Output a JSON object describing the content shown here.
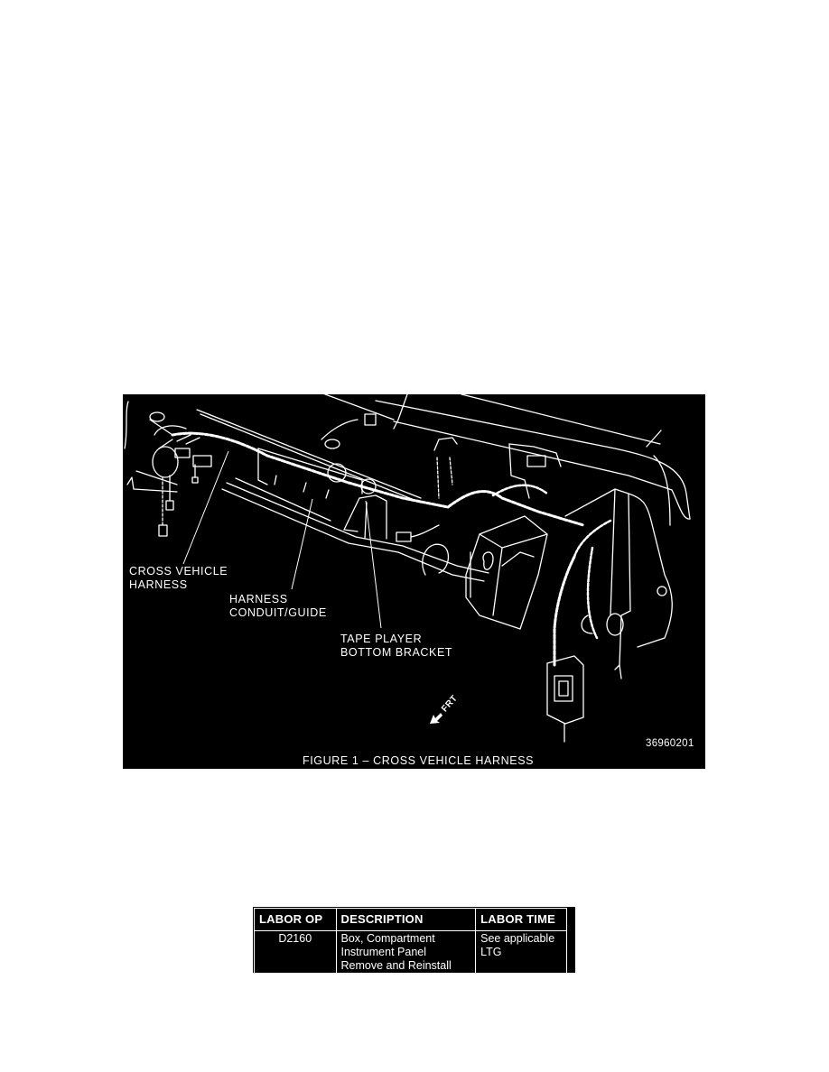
{
  "figure": {
    "caption": "FIGURE 1 – CROSS VEHICLE HARNESS",
    "figure_id": "36960201",
    "direction_indicator": "FRT",
    "callouts": [
      {
        "lines": [
          "CROSS VEHICLE",
          "HARNESS"
        ]
      },
      {
        "lines": [
          "HARNESS",
          "CONDUIT/GUIDE"
        ]
      },
      {
        "lines": [
          "TAPE PLAYER",
          "BOTTOM BRACKET"
        ]
      }
    ],
    "colors": {
      "background": "#000000",
      "line_art": "#ffffff"
    }
  },
  "labor_table": {
    "headers": [
      "LABOR OP",
      "DESCRIPTION",
      "LABOR TIME"
    ],
    "rows": [
      {
        "labor_op": "D2160",
        "description": [
          "Box, Compartment",
          "Instrument Panel",
          "Remove and Reinstall"
        ],
        "labor_time": [
          "See applicable",
          "LTG"
        ]
      }
    ]
  }
}
